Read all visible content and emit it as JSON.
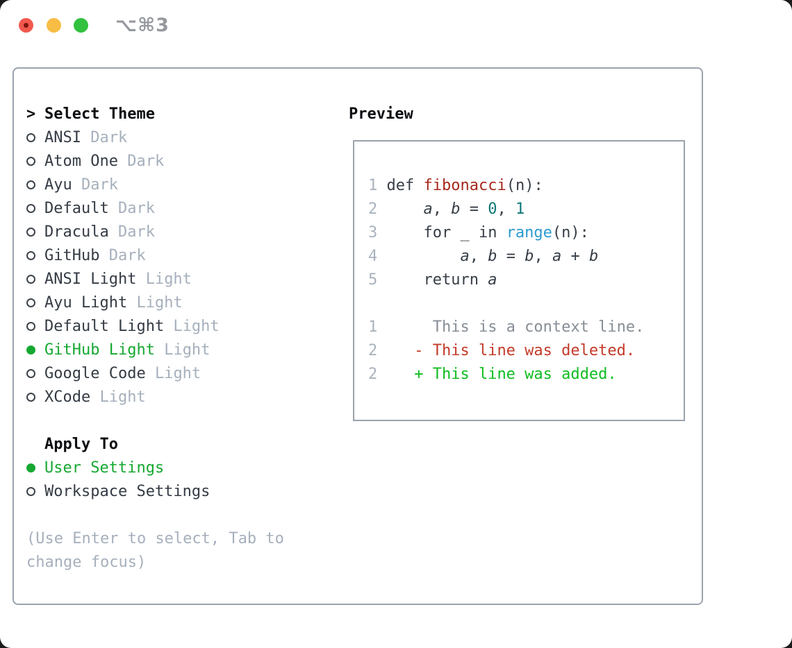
{
  "window": {
    "shortcut_label": "⌥⌘3",
    "controls": [
      "close",
      "minimize",
      "zoom"
    ]
  },
  "theme_picker": {
    "header_marker": ">",
    "header": "Select Theme",
    "items": [
      {
        "name": "ANSI",
        "variant": "Dark",
        "selected": false
      },
      {
        "name": "Atom One",
        "variant": "Dark",
        "selected": false
      },
      {
        "name": "Ayu",
        "variant": "Dark",
        "selected": false
      },
      {
        "name": "Default",
        "variant": "Dark",
        "selected": false
      },
      {
        "name": "Dracula",
        "variant": "Dark",
        "selected": false
      },
      {
        "name": "GitHub",
        "variant": "Dark",
        "selected": false
      },
      {
        "name": "ANSI Light",
        "variant": "Light",
        "selected": false
      },
      {
        "name": "Ayu Light",
        "variant": "Light",
        "selected": false
      },
      {
        "name": "Default Light",
        "variant": "Light",
        "selected": false
      },
      {
        "name": "GitHub Light",
        "variant": "Light",
        "selected": true
      },
      {
        "name": "Google Code",
        "variant": "Light",
        "selected": false
      },
      {
        "name": "XCode",
        "variant": "Light",
        "selected": false
      }
    ]
  },
  "apply_to": {
    "header": "Apply To",
    "options": [
      {
        "label": "User Settings",
        "selected": true
      },
      {
        "label": "Workspace Settings",
        "selected": false
      }
    ]
  },
  "hint_lines": [
    "(Use Enter to select, Tab to",
    "change focus)"
  ],
  "hint_full": "(Use Enter to select, Tab to change focus)",
  "preview": {
    "header": "Preview",
    "lines": [
      {
        "no": "1",
        "tokens": [
          {
            "t": " def ",
            "s": "code"
          },
          {
            "t": "fibonacci",
            "s": "func"
          },
          {
            "t": "(n):",
            "s": "code"
          }
        ]
      },
      {
        "no": "2",
        "tokens": [
          {
            "t": "     ",
            "s": "code"
          },
          {
            "t": "a",
            "s": "var"
          },
          {
            "t": ", ",
            "s": "code"
          },
          {
            "t": "b",
            "s": "var"
          },
          {
            "t": " = ",
            "s": "code"
          },
          {
            "t": "0",
            "s": "num"
          },
          {
            "t": ", ",
            "s": "code"
          },
          {
            "t": "1",
            "s": "num"
          }
        ]
      },
      {
        "no": "3",
        "tokens": [
          {
            "t": "     for _ in ",
            "s": "code"
          },
          {
            "t": "range",
            "s": "builtin"
          },
          {
            "t": "(n):",
            "s": "code"
          }
        ]
      },
      {
        "no": "4",
        "tokens": [
          {
            "t": "         ",
            "s": "code"
          },
          {
            "t": "a",
            "s": "var"
          },
          {
            "t": ", ",
            "s": "code"
          },
          {
            "t": "b",
            "s": "var"
          },
          {
            "t": " = ",
            "s": "code"
          },
          {
            "t": "b",
            "s": "var"
          },
          {
            "t": ", ",
            "s": "code"
          },
          {
            "t": "a",
            "s": "var"
          },
          {
            "t": " + ",
            "s": "code"
          },
          {
            "t": "b",
            "s": "var"
          }
        ]
      },
      {
        "no": "5",
        "tokens": [
          {
            "t": "     return ",
            "s": "code"
          },
          {
            "t": "a",
            "s": "var"
          }
        ]
      },
      {
        "no": "",
        "tokens": []
      },
      {
        "no": "1",
        "tokens": [
          {
            "t": "      This is a context line.",
            "s": "ctx"
          }
        ]
      },
      {
        "no": "2",
        "tokens": [
          {
            "t": "    ",
            "s": "code"
          },
          {
            "t": "- This line was deleted.",
            "s": "del"
          }
        ]
      },
      {
        "no": "2",
        "tokens": [
          {
            "t": "    ",
            "s": "code"
          },
          {
            "t": "+ This line was added.",
            "s": "add"
          }
        ]
      }
    ]
  },
  "colors": {
    "selection_green": "#16a832",
    "diff_added_green": "#0fbd1f",
    "diff_deleted_red": "#c43a28",
    "code_function_red": "#a5281d",
    "code_number_teal": "#0d7676",
    "code_builtin_blue": "#2b9bce",
    "text_ink": "#343b44",
    "muted_gray": "#a6b0bc",
    "context_gray": "#878e96",
    "lineno_gray": "#a9b2bd",
    "panel_border": "#9aa3ae",
    "traffic_red": "#f2594e",
    "traffic_yellow": "#f7bd45",
    "traffic_green": "#32c13f"
  }
}
